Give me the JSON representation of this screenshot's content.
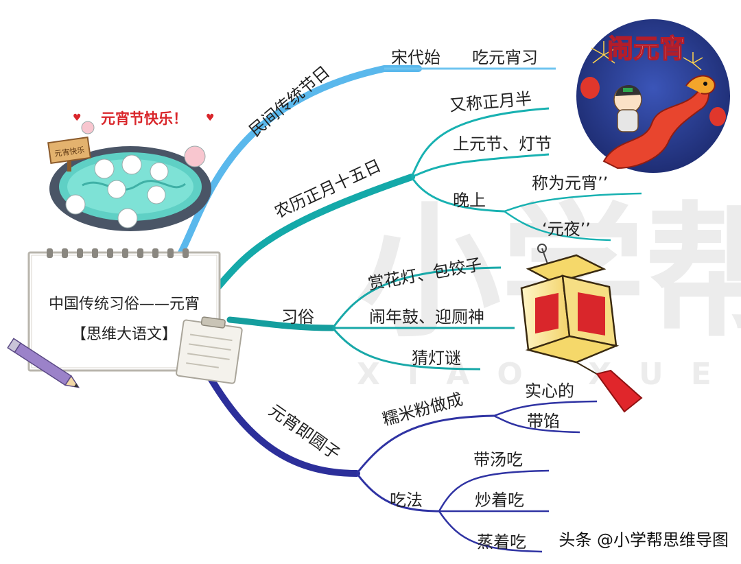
{
  "root": {
    "title": "中国传统习俗——元宵",
    "subtitle": "【思维大语文】"
  },
  "greeting": "元宵节快乐！",
  "sticker_sign": "元宵快乐",
  "badge_title": "闹元宵",
  "branches": {
    "folk": {
      "label": "民间传统节日",
      "children": [
        {
          "label": "宋代始"
        },
        {
          "label": "吃元宵习"
        }
      ]
    },
    "lunar": {
      "label": "农历正月十五日",
      "children": [
        {
          "label": "又称正月半"
        },
        {
          "label": "上元节、灯节"
        },
        {
          "label": "晚上",
          "children": [
            {
              "label": "称为元宵’’"
            },
            {
              "label": "‘元夜’’"
            }
          ]
        }
      ]
    },
    "customs": {
      "label": "习俗",
      "children": [
        {
          "label": "赏花灯、包饺子"
        },
        {
          "label": "闹年鼓、迎厕神"
        },
        {
          "label": "猜灯谜"
        }
      ]
    },
    "tangyuan": {
      "label": "元宵即圆子",
      "children": [
        {
          "label": "糯米粉做成",
          "children": [
            {
              "label": "实心的"
            },
            {
              "label": "带馅"
            }
          ]
        },
        {
          "label": "吃法",
          "children": [
            {
              "label": "带汤吃"
            },
            {
              "label": "炒着吃"
            },
            {
              "label": "蒸着吃"
            }
          ]
        }
      ]
    }
  },
  "credit": "头条 @小学帮思维导图",
  "colors": {
    "folk": "#5ab8ec",
    "lunar": "#14a9a9",
    "customs": "#159e9e",
    "tangyuan": "#2c2f9a",
    "red": "#d9262b"
  }
}
